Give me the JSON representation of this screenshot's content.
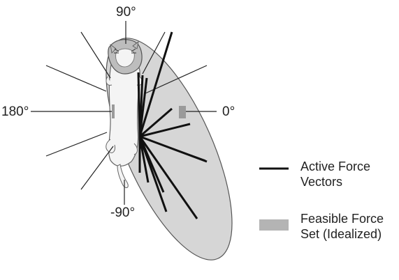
{
  "angles": {
    "top": "90°",
    "right": "0°",
    "left": "180°",
    "bottom": "-90°"
  },
  "legend": {
    "active": {
      "line1": "Active Force",
      "line2": "Vectors",
      "color": "#111111"
    },
    "feasible": {
      "line1": "Feasible Force",
      "line2": "Set (Idealized)",
      "color": "#b4b4b4"
    }
  },
  "colors": {
    "ellipse_fill": "#d6d6d6",
    "ellipse_stroke": "#555555",
    "cat_fill": "#f4f4f4",
    "cat_stroke": "#666666",
    "head_fill": "#bdbdbd",
    "marker_fill": "#9a9a9a",
    "axis_line": "#222222",
    "vector": "#111111"
  }
}
